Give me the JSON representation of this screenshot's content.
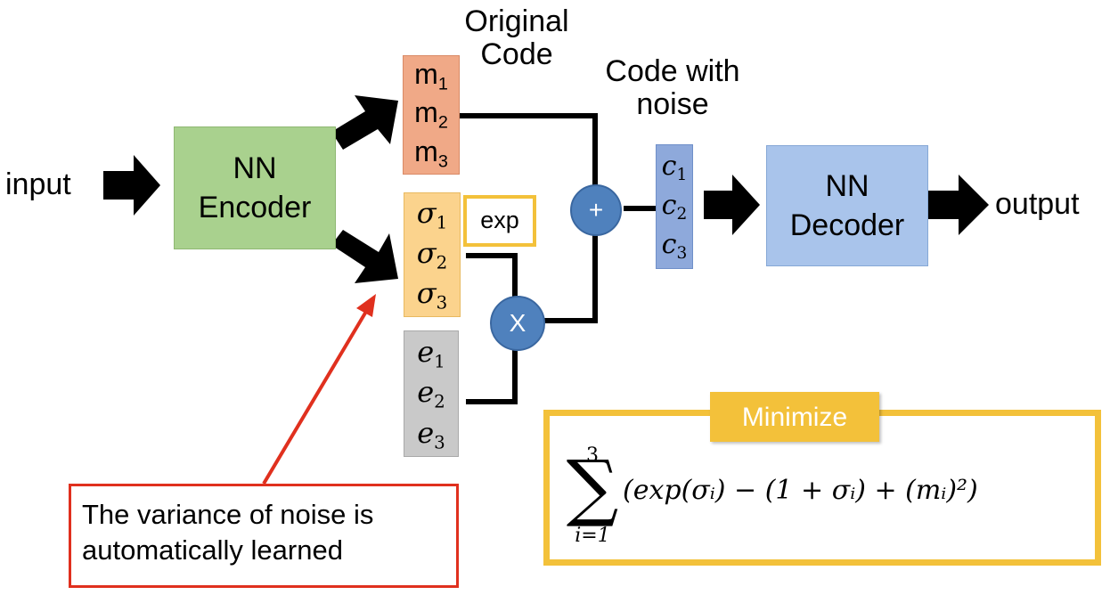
{
  "labels": {
    "input": "input",
    "output": "output",
    "original_code": [
      "Original",
      "Code"
    ],
    "code_with_noise": [
      "Code with",
      "noise"
    ],
    "exp": "exp",
    "plus": "+",
    "times": "X",
    "minimize": "Minimize",
    "note": [
      "The variance of noise is",
      "automatically learned"
    ]
  },
  "encoder": {
    "line1": "NN",
    "line2": "Encoder"
  },
  "decoder": {
    "line1": "NN",
    "line2": "Decoder"
  },
  "m_vector": [
    {
      "base": "m",
      "sub": "1"
    },
    {
      "base": "m",
      "sub": "2"
    },
    {
      "base": "m",
      "sub": "3"
    }
  ],
  "sigma_vector": [
    {
      "base": "σ",
      "sub": "1"
    },
    {
      "base": "σ",
      "sub": "2"
    },
    {
      "base": "σ",
      "sub": "3"
    }
  ],
  "e_vector": [
    {
      "base": "e",
      "sub": "1"
    },
    {
      "base": "e",
      "sub": "2"
    },
    {
      "base": "e",
      "sub": "3"
    }
  ],
  "c_vector": [
    {
      "base": "c",
      "sub": "1"
    },
    {
      "base": "c",
      "sub": "2"
    },
    {
      "base": "c",
      "sub": "3"
    }
  ],
  "formula": {
    "sum_upper": "3",
    "sum_lower": "i=1",
    "sigma_symbol": "∑",
    "body": "(exp(σᵢ) − (1 + σᵢ) + (mᵢ)²)"
  },
  "colors": {
    "encoder_fill": "#a9d18e",
    "decoder_fill": "#a9c4eb",
    "m_fill": "#f0a987",
    "sigma_fill": "#fbd38d",
    "e_fill": "#c9c9c9",
    "c_fill": "#8ea9db",
    "operator_fill": "#4f81bd",
    "highlight": "#f3c13a",
    "note_border": "#e0301e"
  }
}
